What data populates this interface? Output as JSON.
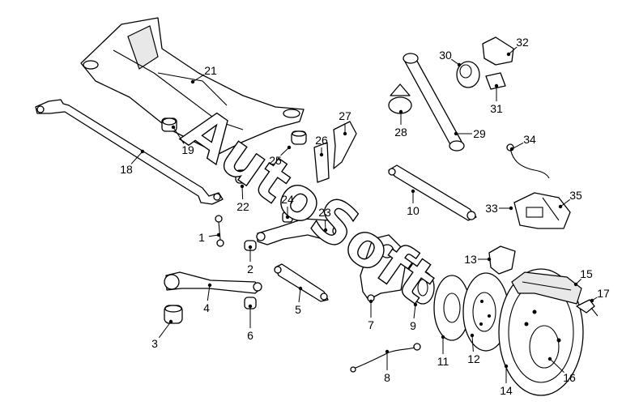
{
  "diagram": {
    "watermark": "AutoSoft",
    "callouts": [
      {
        "id": "1",
        "label": "1"
      },
      {
        "id": "2",
        "label": "2"
      },
      {
        "id": "3",
        "label": "3"
      },
      {
        "id": "4",
        "label": "4"
      },
      {
        "id": "5",
        "label": "5"
      },
      {
        "id": "6",
        "label": "6"
      },
      {
        "id": "7",
        "label": "7"
      },
      {
        "id": "8",
        "label": "8"
      },
      {
        "id": "9",
        "label": "9"
      },
      {
        "id": "10",
        "label": "10"
      },
      {
        "id": "11",
        "label": "11"
      },
      {
        "id": "12",
        "label": "12"
      },
      {
        "id": "13",
        "label": "13"
      },
      {
        "id": "14",
        "label": "14"
      },
      {
        "id": "15",
        "label": "15"
      },
      {
        "id": "16",
        "label": "16"
      },
      {
        "id": "17",
        "label": "17"
      },
      {
        "id": "18",
        "label": "18"
      },
      {
        "id": "19",
        "label": "19"
      },
      {
        "id": "21",
        "label": "21"
      },
      {
        "id": "22",
        "label": "22"
      },
      {
        "id": "23",
        "label": "23"
      },
      {
        "id": "24",
        "label": "24"
      },
      {
        "id": "25",
        "label": "25"
      },
      {
        "id": "26",
        "label": "26"
      },
      {
        "id": "27",
        "label": "27"
      },
      {
        "id": "28",
        "label": "28"
      },
      {
        "id": "29",
        "label": "29"
      },
      {
        "id": "30",
        "label": "30"
      },
      {
        "id": "31",
        "label": "31"
      },
      {
        "id": "32",
        "label": "32"
      },
      {
        "id": "33",
        "label": "33"
      },
      {
        "id": "34",
        "label": "34"
      },
      {
        "id": "35",
        "label": "35"
      }
    ]
  }
}
